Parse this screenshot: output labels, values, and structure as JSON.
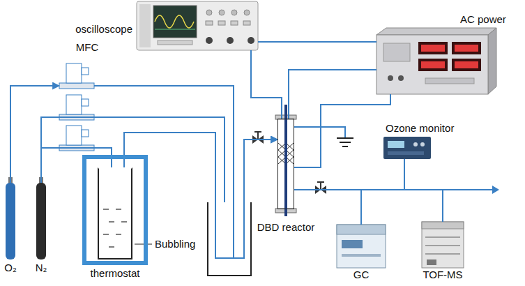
{
  "diagram": {
    "nodes": [
      {
        "text": [
          "oscilloscope"
        ]
      },
      {
        "text": [
          "AC power"
        ]
      },
      {
        "text": [
          "MFC"
        ]
      },
      {
        "text": [
          "O₂"
        ]
      },
      {
        "text": [
          "N₂"
        ]
      },
      {
        "text": [
          "thermostat"
        ]
      },
      {
        "text": [
          "Bubbling"
        ],
        "in": 5
      },
      {
        "text": [
          "DBD reactor"
        ]
      },
      {
        "text": [
          "Ozone monitor"
        ]
      },
      {
        "text": [
          "GC"
        ]
      },
      {
        "text": [
          "TOF-MS"
        ]
      }
    ],
    "edges": [
      {
        "from": 3,
        "to": 2,
        "arrow": "to"
      },
      {
        "from": 2,
        "to": 7,
        "arrow": "to"
      },
      {
        "from": 4,
        "to": 6,
        "arrow": "none"
      },
      {
        "from": 6,
        "to": 7,
        "arrow": "to"
      },
      {
        "from": 0,
        "to": 7,
        "arrow": "none"
      },
      {
        "from": 1,
        "to": 7,
        "arrow": "none"
      },
      {
        "from": 0,
        "to": 1,
        "arrow": "none"
      },
      {
        "from": 1,
        "to": 7,
        "arrow": "none"
      },
      {
        "from": 7,
        "to": 8,
        "arrow": "none"
      },
      {
        "from": 7,
        "to": 9,
        "arrow": "none"
      },
      {
        "from": 7,
        "to": 10,
        "arrow": "none"
      }
    ]
  }
}
